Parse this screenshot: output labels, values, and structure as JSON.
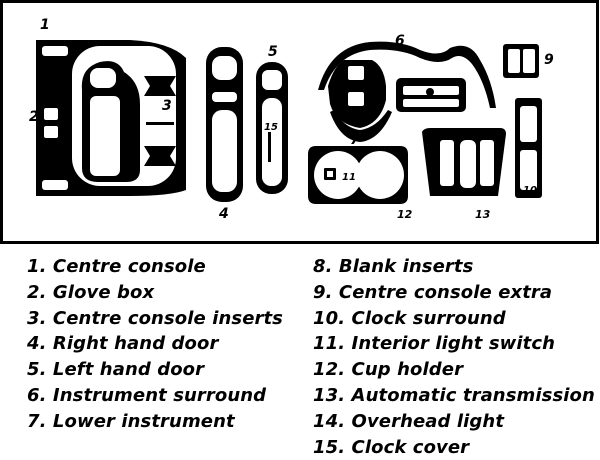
{
  "callouts": {
    "n1": "1",
    "n2": "2",
    "n3": "3",
    "n4": "4",
    "n5": "5",
    "n6": "6",
    "n7": "7",
    "n8": "8",
    "n9": "9",
    "n10": "10",
    "n11": "11",
    "n12": "12",
    "n13": "13",
    "n15": "15"
  },
  "legend": {
    "left": [
      "1. Centre console",
      "2. Glove box",
      "3. Centre console inserts",
      "4. Right hand door",
      "5. Left hand door",
      "6. Instrument surround",
      "7. Lower instrument"
    ],
    "right": [
      "8. Blank inserts",
      "9. Centre console extra",
      "10. Clock surround",
      "11. Interior light switch",
      "12. Cup holder",
      "13. Automatic transmission",
      "14. Overhead light",
      "15. Clock cover"
    ]
  },
  "colors": {
    "part_fill": "#000000",
    "cutout": "#ffffff",
    "frame": "#000000"
  }
}
